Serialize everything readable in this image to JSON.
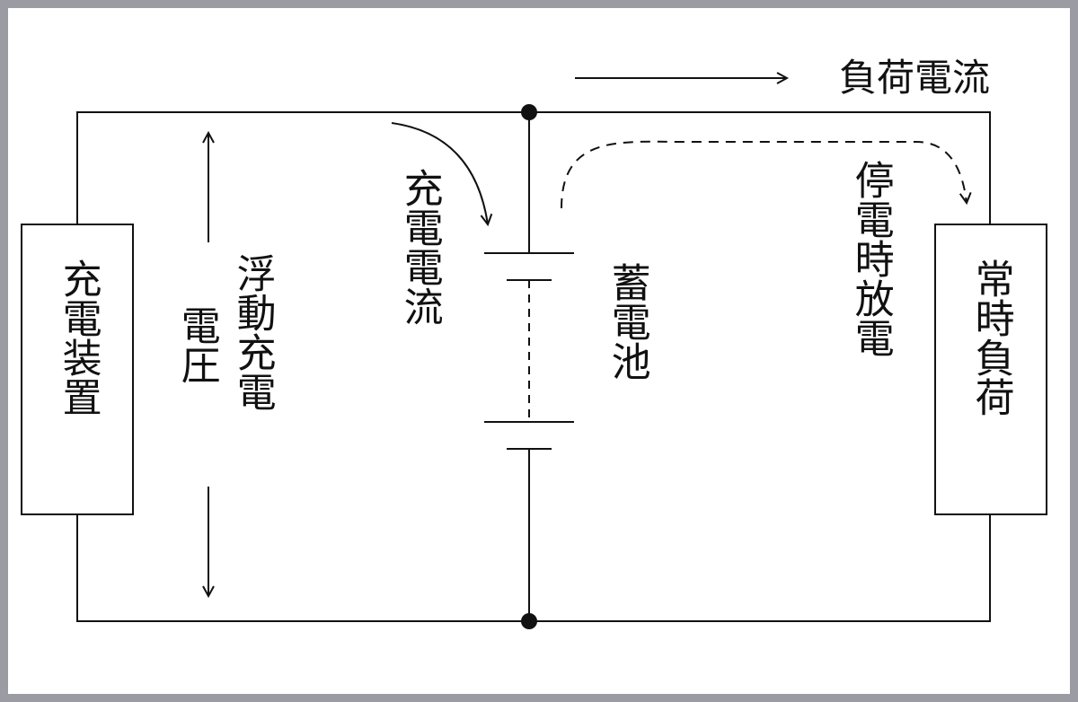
{
  "labels": {
    "charger": "充電装置",
    "float_charge": "浮動充電",
    "voltage": "電圧",
    "charge_current": "充電電流",
    "battery": "蓄電池",
    "outage_discharge": "停電時放電",
    "load": "常時負荷",
    "load_current": "負荷電流"
  },
  "colors": {
    "frame": "#9a9ba3",
    "line": "#111111",
    "background": "#ffffff"
  }
}
